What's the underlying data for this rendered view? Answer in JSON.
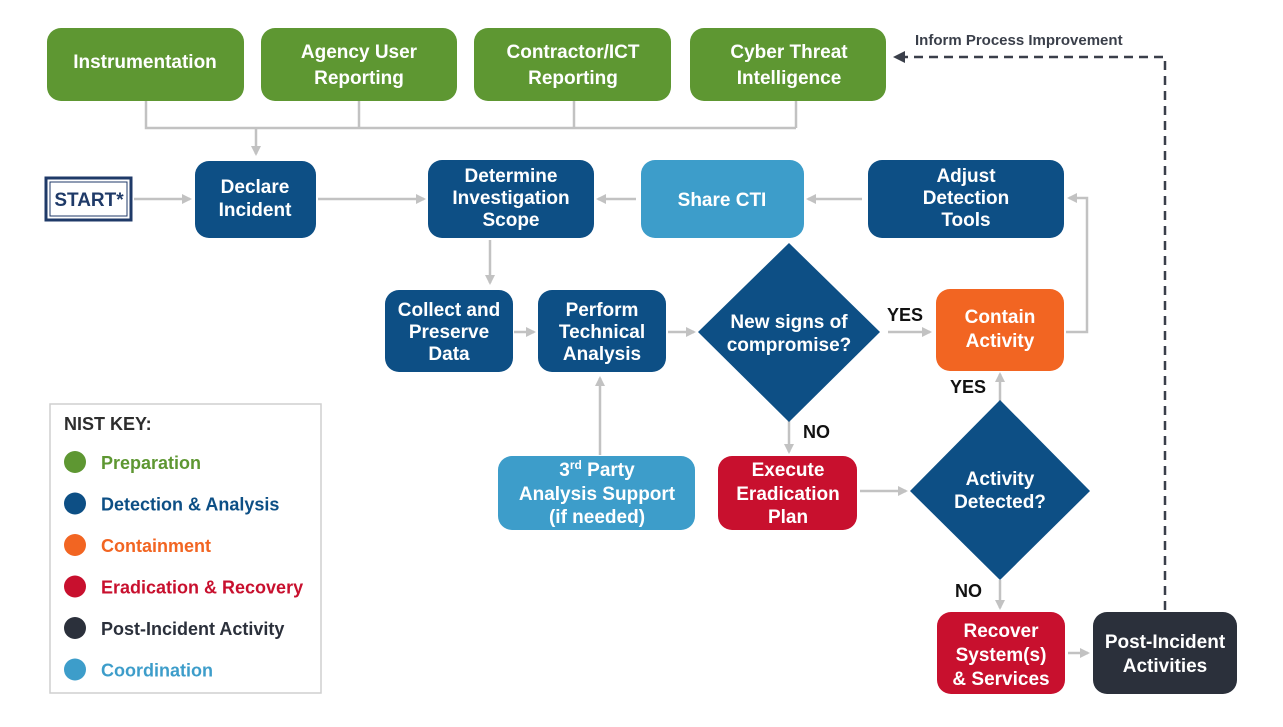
{
  "colors": {
    "preparation": "#5e9732",
    "detection": "#0d4f85",
    "containment": "#f26522",
    "eradication": "#c8102e",
    "post_incident": "#2b303b",
    "coordination": "#3d9dca",
    "connector": "#c2c2c2"
  },
  "start": {
    "label": "START*"
  },
  "sources": [
    {
      "id": "instrumentation",
      "lines": [
        "Instrumentation"
      ]
    },
    {
      "id": "agency-user-reporting",
      "lines": [
        "Agency User",
        "Reporting"
      ]
    },
    {
      "id": "contractor-ict-reporting",
      "lines": [
        "Contractor/ICT",
        "Reporting"
      ]
    },
    {
      "id": "cyber-threat-intelligence",
      "lines": [
        "Cyber Threat",
        "Intelligence"
      ]
    }
  ],
  "nodes": [
    {
      "id": "declare-incident",
      "phase": "detection",
      "lines": [
        "Declare",
        "Incident"
      ]
    },
    {
      "id": "determine-investigation-scope",
      "phase": "detection",
      "lines": [
        "Determine",
        "Investigation",
        "Scope"
      ]
    },
    {
      "id": "share-cti",
      "phase": "coordination",
      "lines": [
        "Share CTI"
      ]
    },
    {
      "id": "adjust-detection-tools",
      "phase": "detection",
      "lines": [
        "Adjust",
        "Detection",
        "Tools"
      ]
    },
    {
      "id": "collect-preserve-data",
      "phase": "detection",
      "lines": [
        "Collect and",
        "Preserve",
        "Data"
      ]
    },
    {
      "id": "perform-technical-analysis",
      "phase": "detection",
      "lines": [
        "Perform",
        "Technical",
        "Analysis"
      ]
    },
    {
      "id": "contain-activity",
      "phase": "containment",
      "lines": [
        "Contain",
        "Activity"
      ]
    },
    {
      "id": "third-party-analysis-support",
      "phase": "coordination",
      "lines": [
        "3rd Party",
        "Analysis Support",
        "(if needed)"
      ]
    },
    {
      "id": "execute-eradication-plan",
      "phase": "eradication",
      "lines": [
        "Execute",
        "Eradication",
        "Plan"
      ]
    },
    {
      "id": "recover-systems-services",
      "phase": "eradication",
      "lines": [
        "Recover",
        "System(s)",
        "& Services"
      ]
    },
    {
      "id": "post-incident-activities",
      "phase": "post_incident",
      "lines": [
        "Post-Incident",
        "Activities"
      ]
    }
  ],
  "decisions": [
    {
      "id": "new-signs-of-compromise",
      "lines": [
        "New signs of",
        "compromise?"
      ]
    },
    {
      "id": "activity-detected",
      "lines": [
        "Activity",
        "Detected?"
      ]
    }
  ],
  "edge_labels": {
    "yes_1": "YES",
    "no_1": "NO",
    "yes_2": "YES",
    "no_2": "NO",
    "feedback": "Inform Process Improvement"
  },
  "key": {
    "title": "NIST KEY:",
    "items": [
      {
        "phase": "preparation",
        "label": "Preparation"
      },
      {
        "phase": "detection",
        "label": "Detection & Analysis"
      },
      {
        "phase": "containment",
        "label": "Containment"
      },
      {
        "phase": "eradication",
        "label": "Eradication & Recovery"
      },
      {
        "phase": "post_incident",
        "label": "Post-Incident Activity"
      },
      {
        "phase": "coordination",
        "label": "Coordination"
      }
    ]
  }
}
